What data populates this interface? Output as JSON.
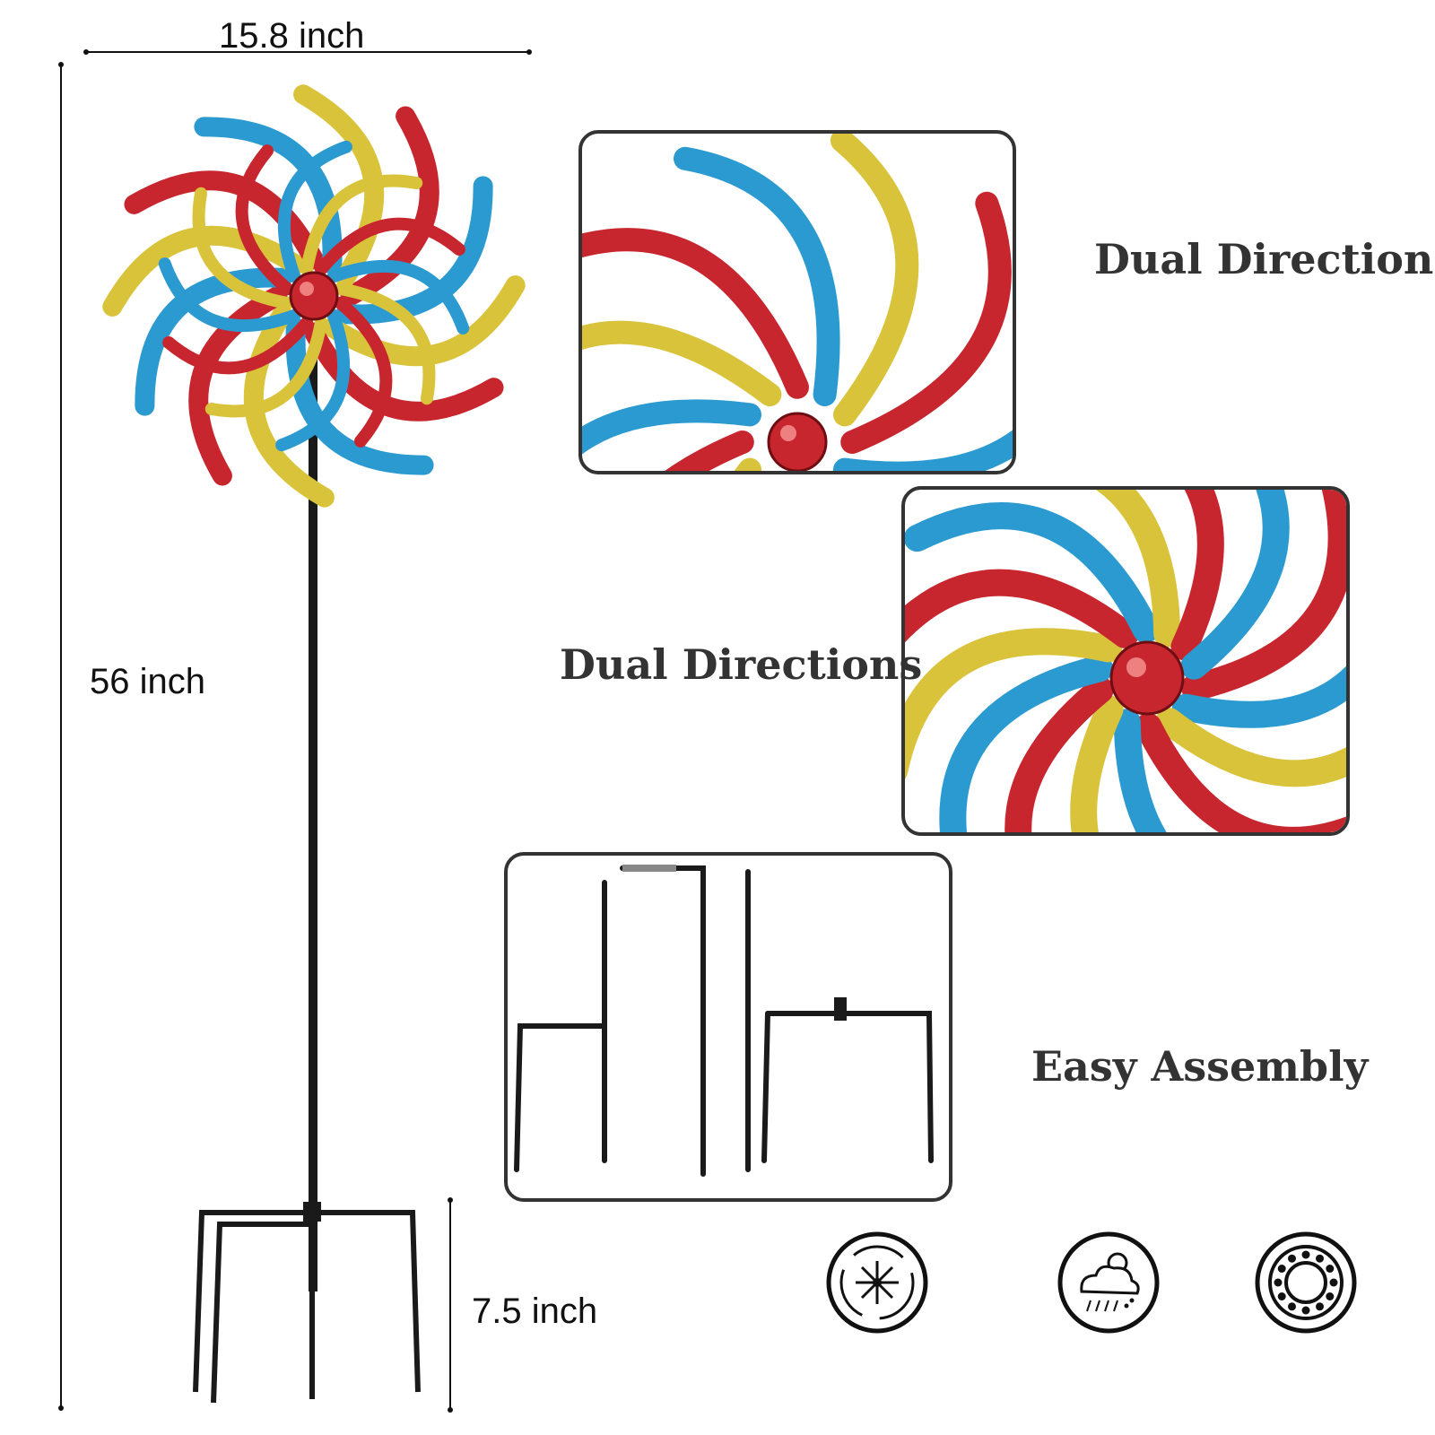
{
  "dimensions": {
    "width_label": "15.8 inch",
    "height_label": "56 inch",
    "base_label": "7.5 inch"
  },
  "features": {
    "dual_directions_1": "Dual Directions",
    "dual_directions_2": "Dual Directions",
    "easy_assembly": "Easy Assembly"
  },
  "icons": [
    "spin-icon",
    "weatherproof-icon",
    "bearing-icon"
  ],
  "colors": {
    "red": "#c8262e",
    "blue": "#2a9ad0",
    "yellow": "#d9c33a",
    "stake": "#1a1a1a"
  }
}
